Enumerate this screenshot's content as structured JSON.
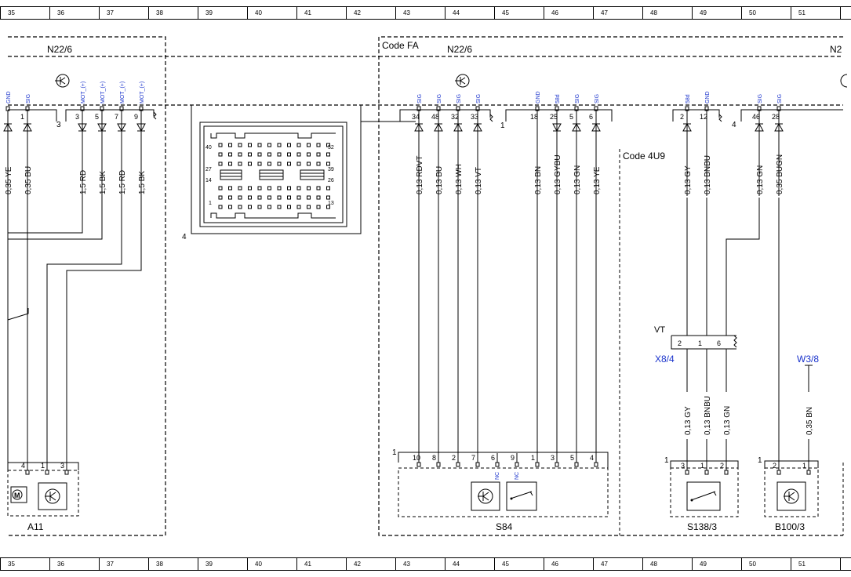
{
  "ruler": {
    "columns": [
      "35",
      "36",
      "37",
      "38",
      "39",
      "40",
      "41",
      "42",
      "43",
      "44",
      "45",
      "46",
      "47",
      "48",
      "49",
      "50",
      "51"
    ]
  },
  "codes": {
    "fa": "Code FA",
    "u49": "Code 4U9"
  },
  "modules": {
    "left": "N22/6",
    "right": "N22/6",
    "far_right": "N2"
  },
  "labels": {
    "left_pin3": "3",
    "ecu_pin1": "1",
    "right_pin4": "4",
    "connector_pin4": "4",
    "vt": "VT",
    "x84": "X8/4",
    "w38": "W3/8",
    "a11": "A11",
    "s84": "S84",
    "s1383": "S138/3",
    "b1003": "B100/3",
    "s84_pin1": "1",
    "s1383_pin1": "1",
    "b1003_pin1": "1",
    "nc1": "NC",
    "nc2": "NC"
  },
  "connector_numbers": [
    "40",
    "52",
    "27",
    "39",
    "14",
    "26",
    "1",
    "13"
  ],
  "left_top": {
    "sig": [
      "GND",
      "SIG",
      "MOT_(+)",
      "MOT_(+)",
      "MOT_(+)",
      "MOT_(+)"
    ],
    "pins": [
      "1",
      "3",
      "5",
      "7",
      "9"
    ],
    "wires": [
      "0,35 YE",
      "0,35 BU",
      "1,5 RD",
      "1,5 BK",
      "1,5 RD",
      "1,5 BK"
    ]
  },
  "mid_top": {
    "sig": [
      "SIG",
      "SIG",
      "SIG",
      "SIG",
      "GND",
      "58d",
      "SIG",
      "SIG"
    ],
    "pins": [
      "34",
      "48",
      "32",
      "33",
      "18",
      "25",
      "5",
      "6"
    ],
    "wires": [
      "0,13 RDVT",
      "0,13 BU",
      "0,13 WH",
      "0,13 VT",
      "0,13 BN",
      "0,13 GYBU",
      "0,13 GN",
      "0,13 YE"
    ]
  },
  "right_top": {
    "sig": [
      "58d",
      "GND",
      "SIG",
      "SIG"
    ],
    "pins": [
      "2",
      "12",
      "46",
      "28"
    ],
    "wires": [
      "0,13 GY",
      "0,13 BNBU",
      "0,13 GN",
      "0,35 BUGN"
    ]
  },
  "x84_block": {
    "pins": [
      "2",
      "1",
      "6"
    ]
  },
  "lower_wires": [
    "0,13 GY",
    "0,13 BNBU",
    "0,13 GN",
    "0,35 BN"
  ],
  "a11_pins": [
    "4",
    "1",
    "3"
  ],
  "s84_pins": [
    "10",
    "8",
    "2",
    "7",
    "6",
    "9",
    "1",
    "3",
    "5",
    "4"
  ],
  "s1383_pins": [
    "3",
    "1",
    "2"
  ],
  "b1003_pins": [
    "2",
    "1"
  ]
}
